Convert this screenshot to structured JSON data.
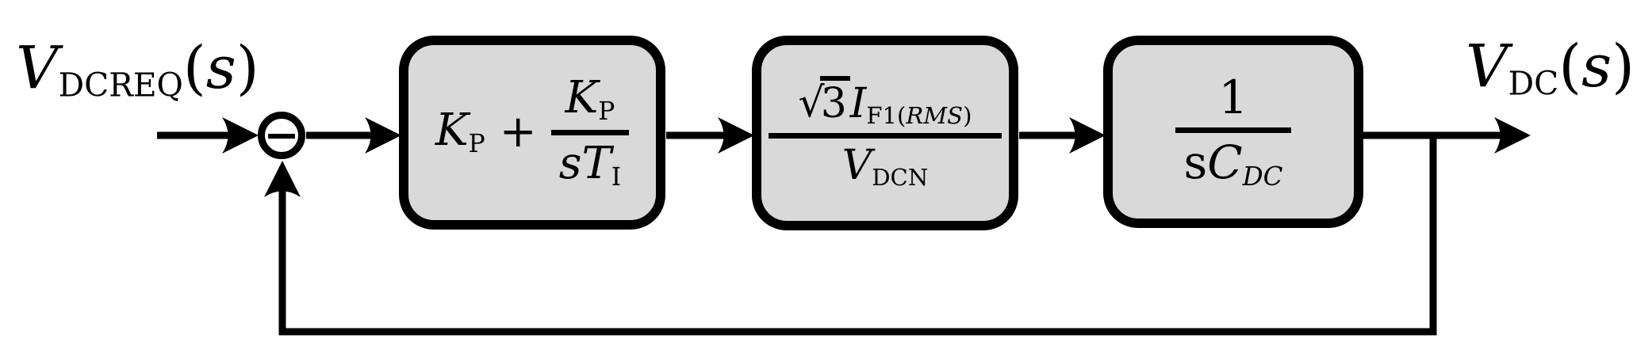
{
  "colors": {
    "stroke": "#000000",
    "block_fill": "#d9d9d9",
    "background": "#ffffff"
  },
  "labels": {
    "input": {
      "base": "V",
      "sub": "DCREQ",
      "open": "(",
      "arg": "s",
      "close": ")"
    },
    "output": {
      "base": "V",
      "sub": "DC",
      "open": "(",
      "arg": "s",
      "close": ")"
    }
  },
  "summing_junction": {
    "sign": "−"
  },
  "blocks": {
    "pi_controller": {
      "term_base": "K",
      "term_sub": "P",
      "operator": "+",
      "num_base": "K",
      "num_sub": "P",
      "den_s": "s",
      "den_base": "T",
      "den_sub": "I"
    },
    "converter_gain": {
      "radical": "√",
      "radicand": "3",
      "num_base": "I",
      "num_sub_pre": "F1(",
      "num_sub_italic": "RMS",
      "num_sub_post": ")",
      "den_base": "V",
      "den_sub": "DCN"
    },
    "dc_capacitor": {
      "num": "1",
      "den_s": "s",
      "den_base": "C",
      "den_sub": "DC"
    }
  }
}
